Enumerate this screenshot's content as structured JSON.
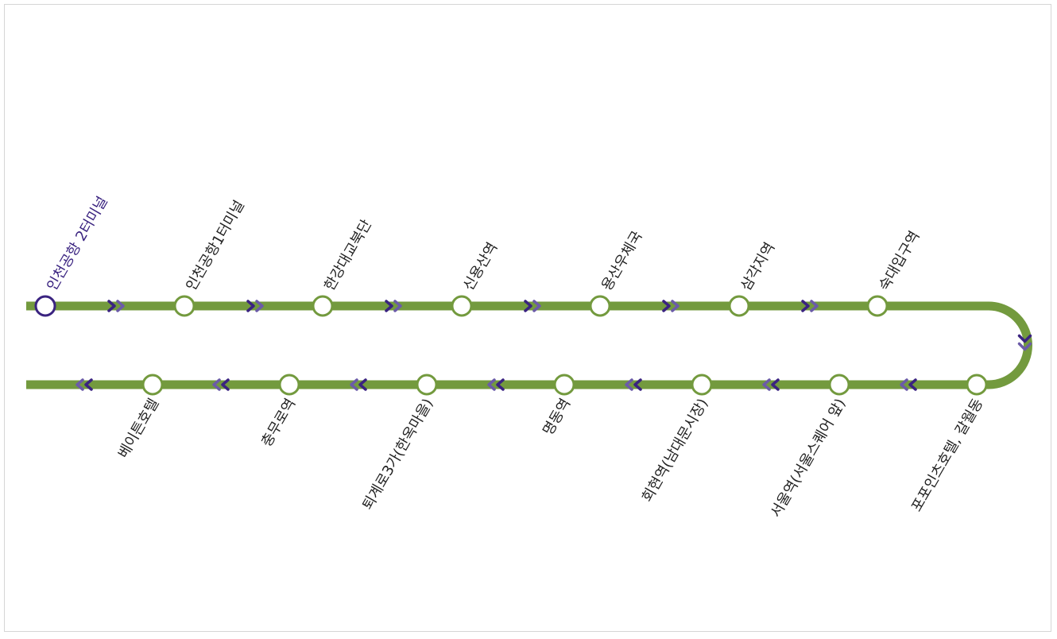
{
  "colors": {
    "line": "#739a3e",
    "stop_fill": "#ffffff",
    "current_stop": "#3a2380",
    "arrow_dark": "#3a2380",
    "arrow_light": "#6b5ba8",
    "label": "#222222",
    "border": "#d6d6d6"
  },
  "route": {
    "top_row": [
      {
        "name": "인천공항 2터미널",
        "current": true
      },
      {
        "name": "인천공항1터미널",
        "current": false
      },
      {
        "name": "한강대교북단",
        "current": false
      },
      {
        "name": "신용산역",
        "current": false
      },
      {
        "name": "용산우체국",
        "current": false
      },
      {
        "name": "삼각지역",
        "current": false
      },
      {
        "name": "숙대입구역",
        "current": false
      }
    ],
    "bottom_row": [
      {
        "name": "포포인츠호텔, 갈월동",
        "current": false
      },
      {
        "name": "서울역(서울스퀘어 앞)",
        "current": false
      },
      {
        "name": "회현역(남대문시장)",
        "current": false
      },
      {
        "name": "명동역",
        "current": false
      },
      {
        "name": "퇴계로3가(한옥마을)",
        "current": false
      },
      {
        "name": "충무로역",
        "current": false
      },
      {
        "name": "베이튼호텔",
        "current": false
      }
    ]
  }
}
